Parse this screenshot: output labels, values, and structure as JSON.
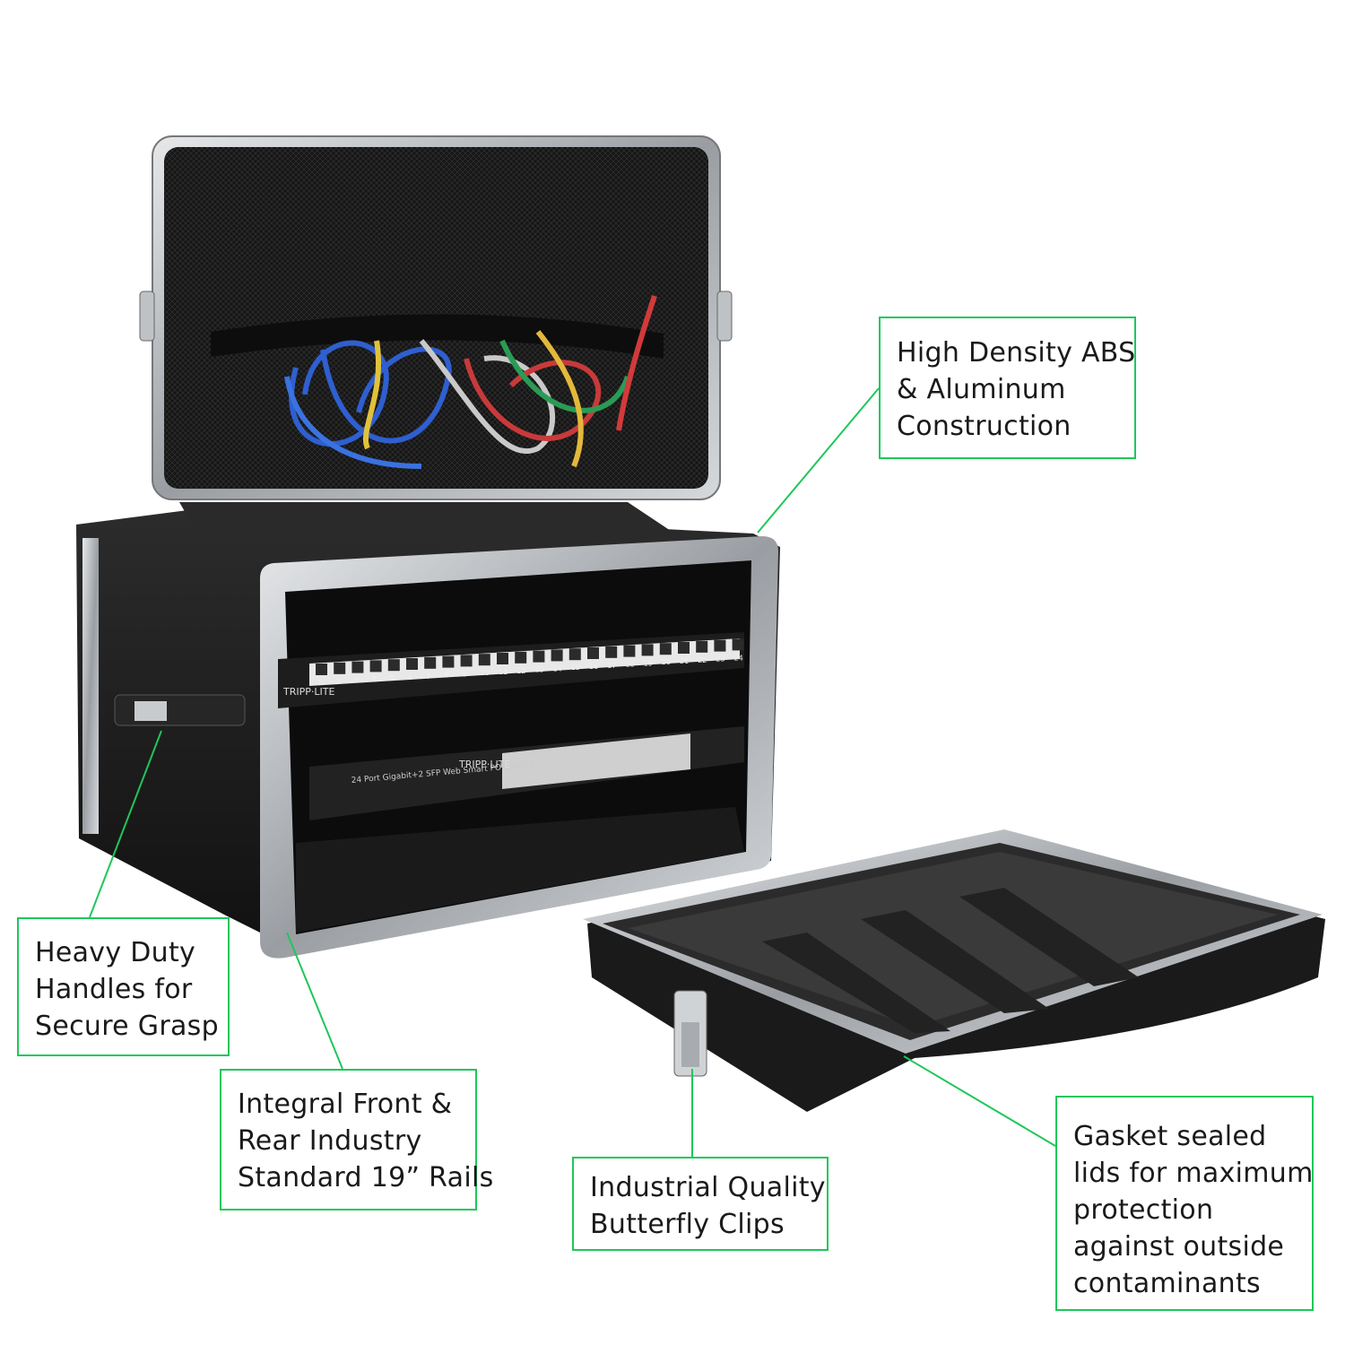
{
  "callouts": {
    "construction": {
      "lines": [
        "High Density ABS",
        "& Aluminum",
        "Construction"
      ]
    },
    "handles": {
      "lines": [
        "Heavy Duty",
        "Handles for",
        "Secure Grasp"
      ]
    },
    "rails": {
      "lines": [
        "Integral Front &",
        "Rear Industry",
        "Standard 19” Rails"
      ]
    },
    "clips": {
      "lines": [
        "Industrial Quality",
        "Butterfly Clips"
      ]
    },
    "gasket": {
      "lines": [
        "Gasket sealed",
        "lids for maximum",
        "protection",
        "against outside",
        "contaminants"
      ]
    }
  },
  "product": {
    "patch_panel_brand": "TRIPP·LITE",
    "switch_brand": "TRIPP·LITE",
    "switch_label": "24 Port Gigabit+2 SFP Web Smart POE Switch",
    "patch_port_numbers": [
      "1",
      "2",
      "3",
      "4",
      "5",
      "6",
      "7",
      "8",
      "9",
      "10",
      "11",
      "12",
      "13",
      "14",
      "15",
      "16",
      "17",
      "18",
      "19",
      "20",
      "21",
      "22",
      "23",
      "24"
    ]
  },
  "colors": {
    "callout_border": "#1ec75a",
    "leader_line": "#1ec75a",
    "case": "#1b1b1b",
    "trim": "#b9bcc0"
  }
}
